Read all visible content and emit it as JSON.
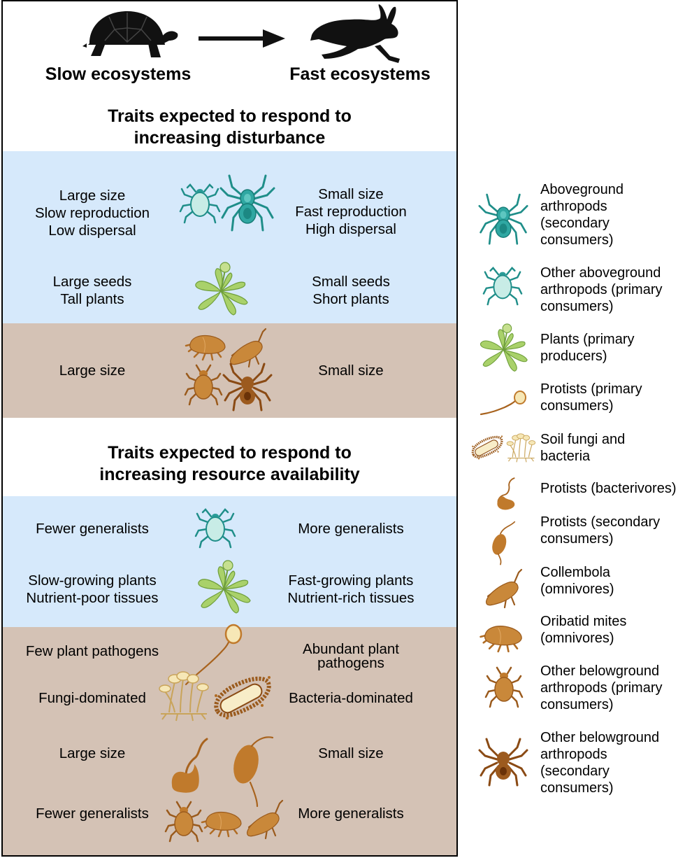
{
  "header": {
    "slow": "Slow ecosystems",
    "fast": "Fast ecosystems"
  },
  "section1": {
    "title_line1": "Traits expected to respond to",
    "title_line2": "increasing disturbance",
    "rows": [
      {
        "left": [
          "Large size",
          "Slow reproduction",
          "Low dispersal"
        ],
        "right": [
          "Small size",
          "Fast reproduction",
          "High dispersal"
        ]
      },
      {
        "left": [
          "Large seeds",
          "Tall plants"
        ],
        "right": [
          "Small seeds",
          "Short plants"
        ]
      },
      {
        "left": [
          "Large size"
        ],
        "right": [
          "Small size"
        ]
      }
    ]
  },
  "section2": {
    "title_line1": "Traits expected to respond to",
    "title_line2": "increasing resource availability",
    "rows": [
      {
        "left": [
          "Fewer generalists"
        ],
        "right": [
          "More generalists"
        ]
      },
      {
        "left": [
          "Slow-growing plants",
          "Nutrient-poor tissues"
        ],
        "right": [
          "Fast-growing plants",
          "Nutrient-rich tissues"
        ]
      },
      {
        "left": [
          "Few plant pathogens"
        ],
        "right": [
          "Abundant plant",
          "pathogens"
        ]
      },
      {
        "left": [
          "Fungi-dominated"
        ],
        "right": [
          "Bacteria-dominated"
        ]
      },
      {
        "left": [
          "Large size"
        ],
        "right": [
          "Small size"
        ]
      },
      {
        "left": [
          "Fewer generalists"
        ],
        "right": [
          "More generalists"
        ]
      }
    ]
  },
  "legend": [
    {
      "icon": "spider-teal-icon",
      "lines": [
        "Aboveground",
        "arthropods",
        "(secondary",
        "consumers)"
      ]
    },
    {
      "icon": "mite-teal-icon",
      "lines": [
        "Other aboveground",
        "arthropods (primary",
        "consumers)"
      ]
    },
    {
      "icon": "plant-icon",
      "lines": [
        "Plants (primary",
        "producers)"
      ]
    },
    {
      "icon": "flagellate-icon",
      "lines": [
        "Protists (primary",
        "consumers)"
      ]
    },
    {
      "icon": "fungi-bacteria-icon",
      "lines": [
        "Soil fungi and",
        "bacteria"
      ]
    },
    {
      "icon": "amoeba-icon",
      "lines": [
        "Protists (bacterivores)"
      ]
    },
    {
      "icon": "ciliate-icon",
      "lines": [
        "Protists (secondary",
        "consumers)"
      ]
    },
    {
      "icon": "collembola-icon",
      "lines": [
        "Collembola",
        "(omnivores)"
      ]
    },
    {
      "icon": "oribatid-mite-icon",
      "lines": [
        "Oribatid mites",
        "(omnivores)"
      ]
    },
    {
      "icon": "beetle-brown-icon",
      "lines": [
        "Other belowground",
        "arthropods (primary",
        "consumers)"
      ]
    },
    {
      "icon": "spider-brown-icon",
      "lines": [
        "Other belowground",
        "arthropods",
        "(secondary",
        "consumers)"
      ]
    }
  ],
  "colors": {
    "blue_band": "#d6e9fb",
    "brown_band": "#d4c2b5",
    "teal": "#2a9c98",
    "teal_light": "#c8ece6",
    "plant_green": "#a9d16a",
    "brown": "#c07a2c",
    "dark_brown": "#8a4a14",
    "cream": "#f6e7b6"
  }
}
